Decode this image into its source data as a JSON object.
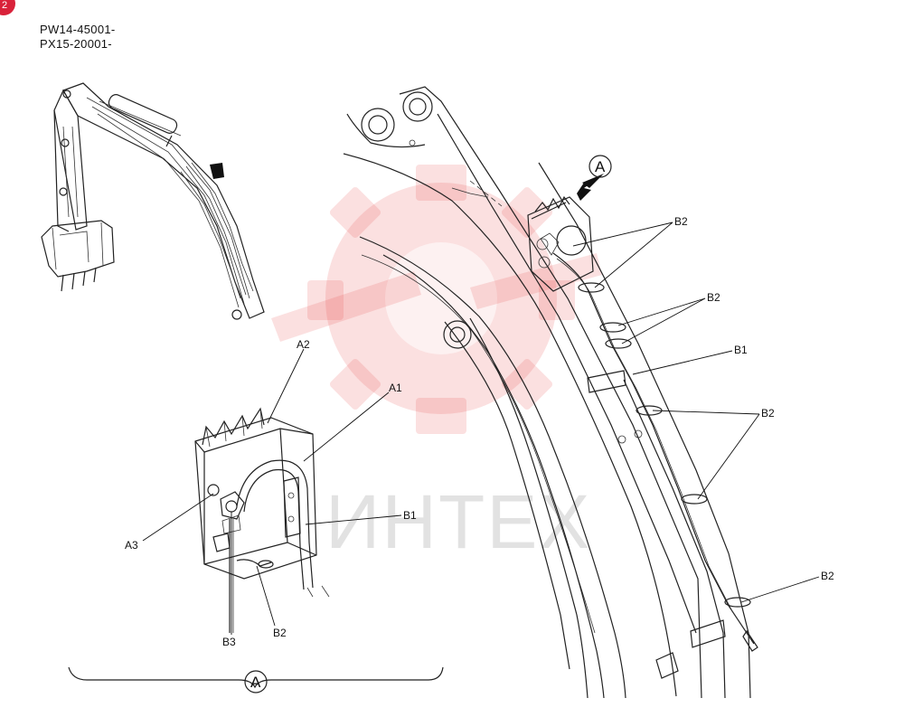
{
  "header": {
    "page_badge": "2",
    "serial_lines": [
      "PW14-45001-",
      "PX15-20001-"
    ]
  },
  "watermark": {
    "text": "ИНТЕХ",
    "color": "#e94a4a"
  },
  "callouts": {
    "view_a_top": "A",
    "view_a_bottom": "A",
    "labels": {
      "a1": "A1",
      "a2": "A2",
      "a3": "A3",
      "b1_detail": "B1",
      "b2_detail": "B2",
      "b3": "B3",
      "b2_top": "B2",
      "b2_upper_mid": "B2",
      "b1_arm": "B1",
      "b2_lower_mid": "B2",
      "b2_bottom": "B2"
    }
  }
}
